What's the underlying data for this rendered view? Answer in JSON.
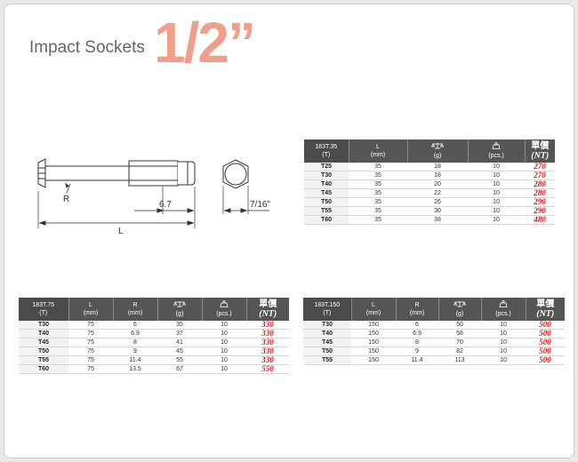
{
  "header": {
    "subtitle": "Impact Sockets",
    "size": "1/2”"
  },
  "drawing": {
    "dim_r": "R",
    "dim_l": "L",
    "dim_67": "6.7",
    "dim_hex": "7/16”"
  },
  "icons": {
    "weight": "scale-icon",
    "quantity": "weight-bag-icon"
  },
  "colors": {
    "title_accent": "#f0a08a",
    "header_bg": "#555555",
    "price_red": "#d81818"
  },
  "tables": {
    "t35": {
      "code_title": "183T.35",
      "code_sub": "(T)",
      "col_l": "L",
      "col_l_unit": "(mm)",
      "col_g_unit": "(g)",
      "col_pcs_unit": "(pcs.)",
      "col_price": "單價",
      "col_price_unit": "(NT)",
      "rows": [
        {
          "code": "T25",
          "l": "35",
          "g": "18",
          "pcs": "10",
          "price": "270"
        },
        {
          "code": "T30",
          "l": "35",
          "g": "18",
          "pcs": "10",
          "price": "270"
        },
        {
          "code": "T40",
          "l": "35",
          "g": "20",
          "pcs": "10",
          "price": "280"
        },
        {
          "code": "T45",
          "l": "35",
          "g": "22",
          "pcs": "10",
          "price": "280"
        },
        {
          "code": "T50",
          "l": "35",
          "g": "26",
          "pcs": "10",
          "price": "290"
        },
        {
          "code": "T55",
          "l": "35",
          "g": "30",
          "pcs": "10",
          "price": "290"
        },
        {
          "code": "T60",
          "l": "35",
          "g": "38",
          "pcs": "10",
          "price": "480"
        }
      ]
    },
    "t75": {
      "code_title": "183T.75",
      "code_sub": "(T)",
      "col_l": "L",
      "col_l_unit": "(mm)",
      "col_r": "R",
      "col_r_unit": "(mm)",
      "col_g_unit": "(g)",
      "col_pcs_unit": "(pcs.)",
      "col_price": "單價",
      "col_price_unit": "(NT)",
      "rows": [
        {
          "code": "T30",
          "l": "75",
          "r": "6",
          "g": "35",
          "pcs": "10",
          "price": "330"
        },
        {
          "code": "T40",
          "l": "75",
          "r": "6.9",
          "g": "37",
          "pcs": "10",
          "price": "330"
        },
        {
          "code": "T45",
          "l": "75",
          "r": "8",
          "g": "41",
          "pcs": "10",
          "price": "330"
        },
        {
          "code": "T50",
          "l": "75",
          "r": "9",
          "g": "45",
          "pcs": "10",
          "price": "330"
        },
        {
          "code": "T55",
          "l": "75",
          "r": "11.4",
          "g": "55",
          "pcs": "10",
          "price": "330"
        },
        {
          "code": "T60",
          "l": "75",
          "r": "13.5",
          "g": "67",
          "pcs": "10",
          "price": "550"
        }
      ]
    },
    "t150": {
      "code_title": "183T.150",
      "code_sub": "(T)",
      "col_l": "L",
      "col_l_unit": "(mm)",
      "col_r": "R",
      "col_r_unit": "(mm)",
      "col_g_unit": "(g)",
      "col_pcs_unit": "(pcs.)",
      "col_price": "單價",
      "col_price_unit": "(NT)",
      "rows": [
        {
          "code": "T30",
          "l": "150",
          "r": "6",
          "g": "50",
          "pcs": "10",
          "price": "500"
        },
        {
          "code": "T40",
          "l": "150",
          "r": "6.9",
          "g": "58",
          "pcs": "10",
          "price": "500"
        },
        {
          "code": "T45",
          "l": "150",
          "r": "8",
          "g": "70",
          "pcs": "10",
          "price": "500"
        },
        {
          "code": "T50",
          "l": "150",
          "r": "9",
          "g": "82",
          "pcs": "10",
          "price": "500"
        },
        {
          "code": "T55",
          "l": "150",
          "r": "11.4",
          "g": "113",
          "pcs": "10",
          "price": "500"
        }
      ]
    }
  }
}
